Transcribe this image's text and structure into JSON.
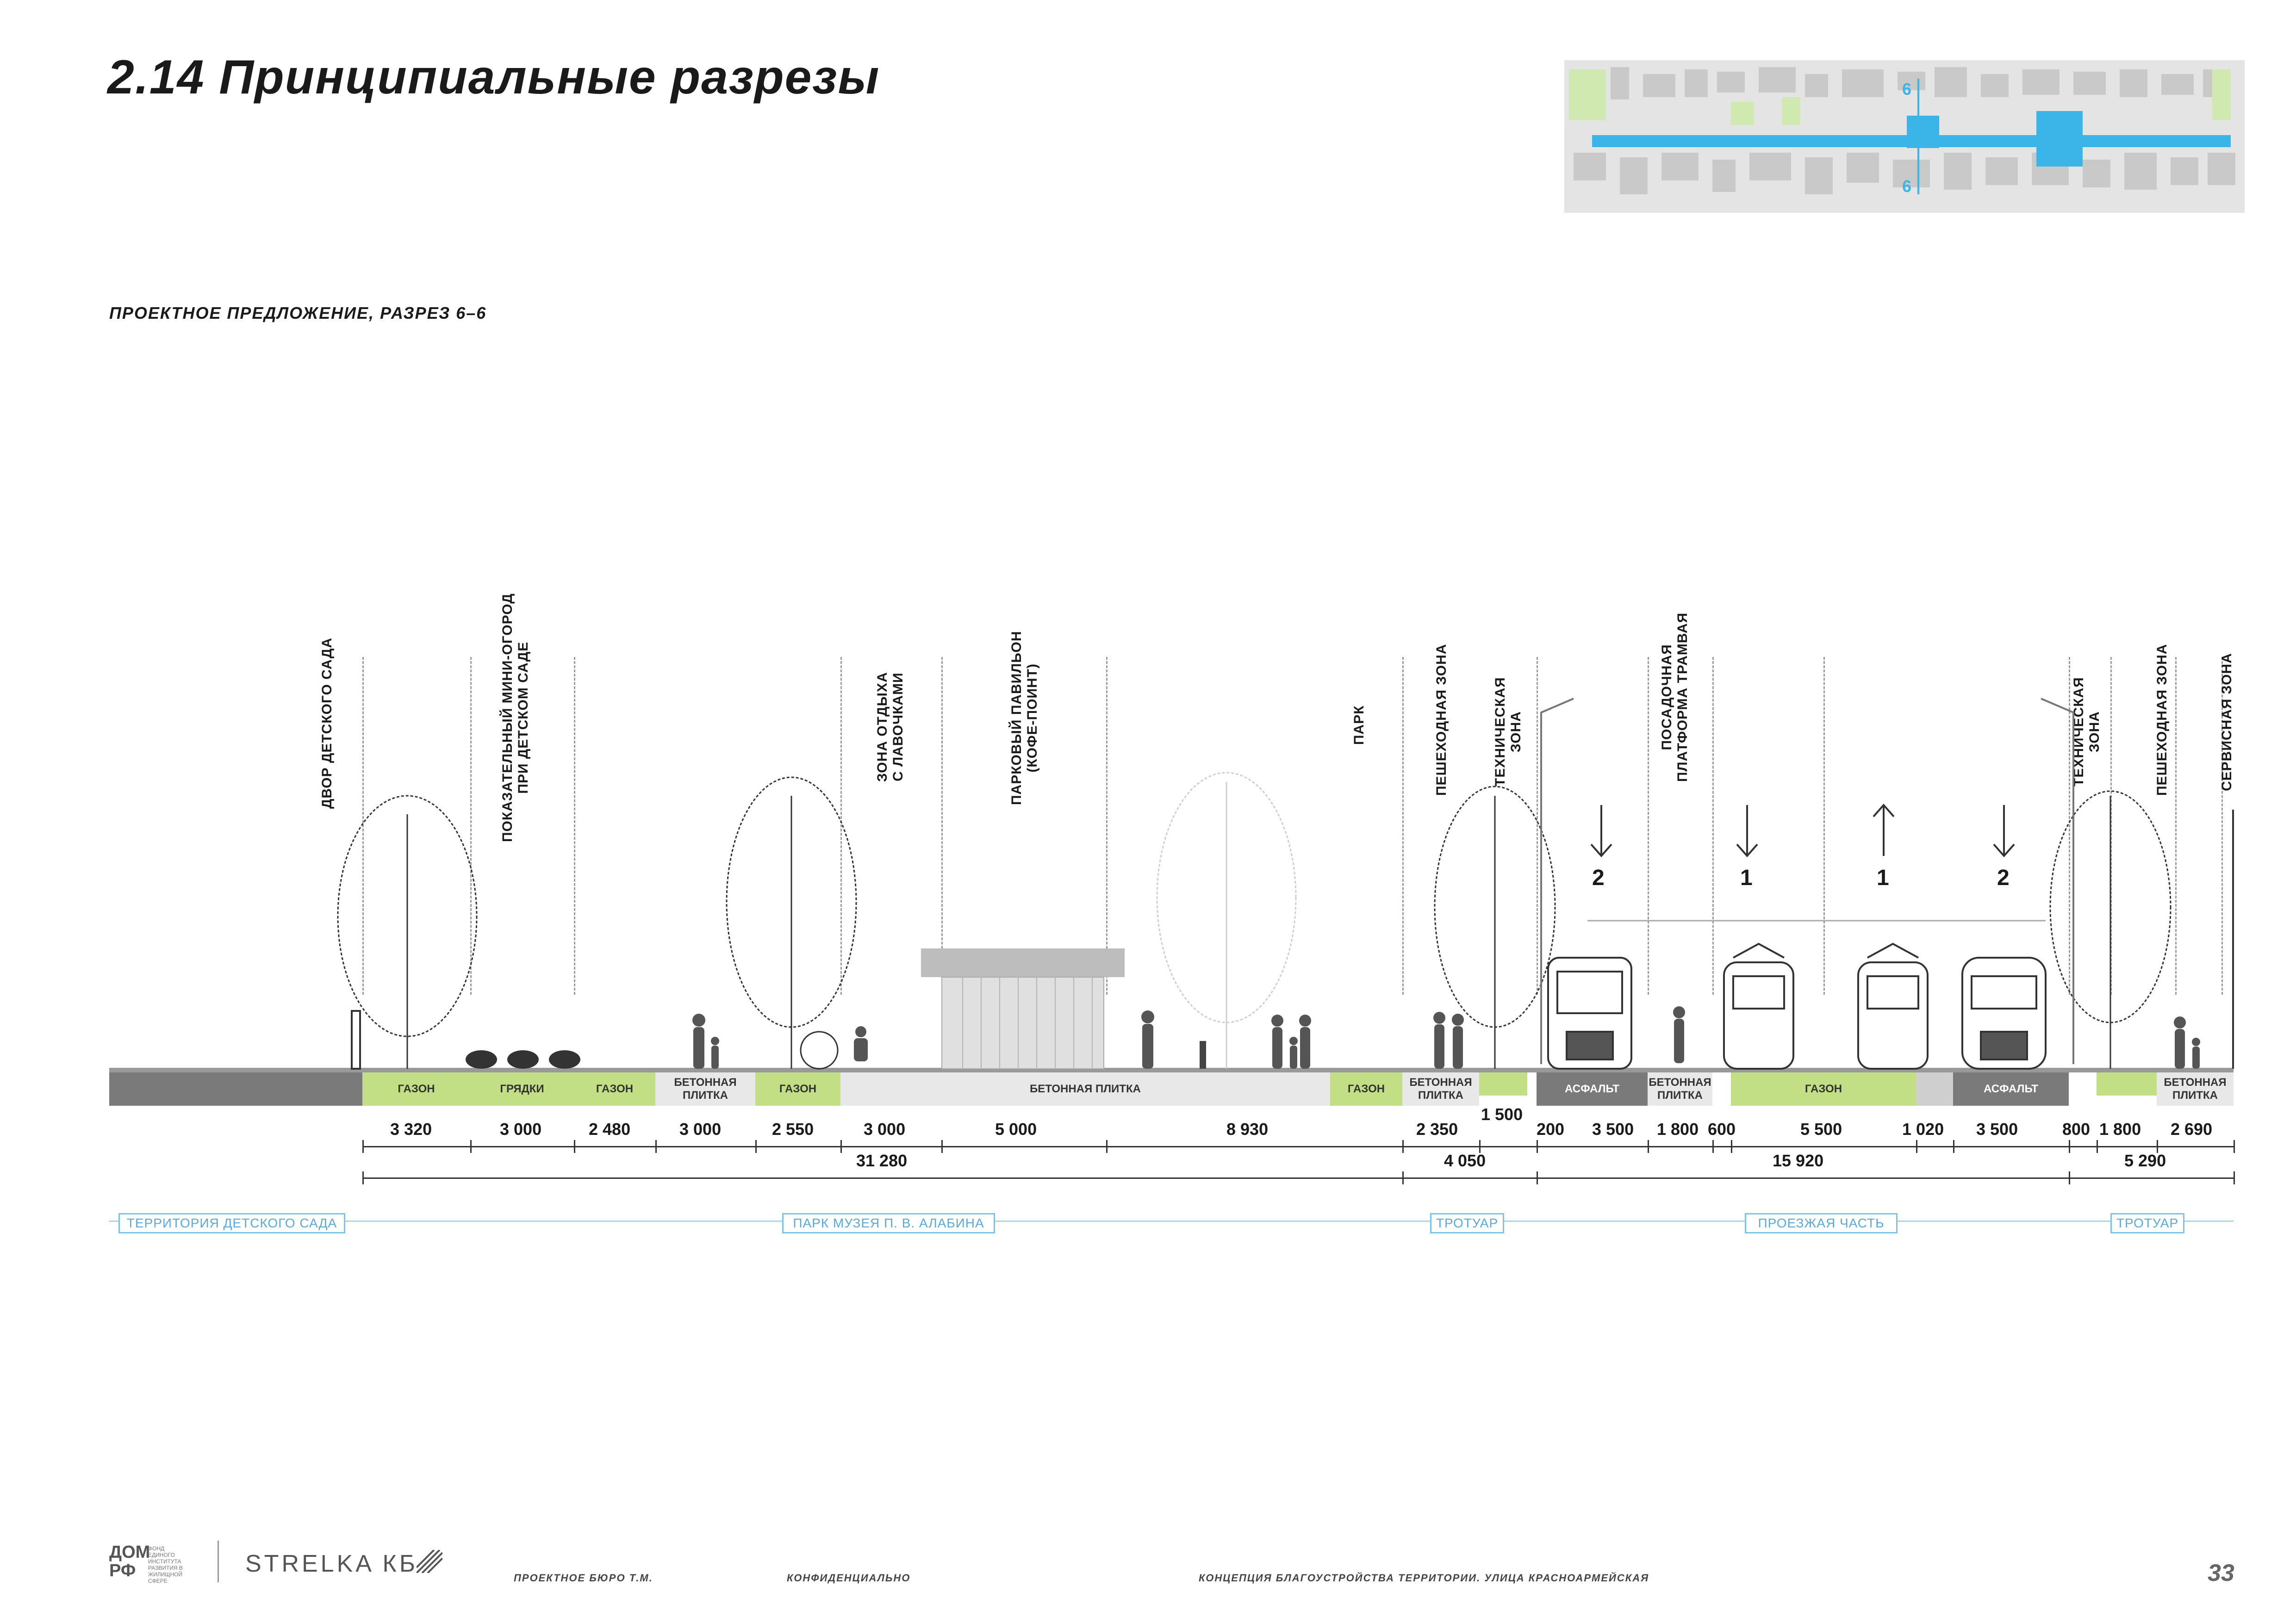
{
  "header": {
    "title": "2.14  Принципиальные разрезы",
    "subtitle": "ПРОЕКТНОЕ ПРЕДЛОЖЕНИЕ, РАЗРЕЗ 6–6"
  },
  "minimap": {
    "marker_top": "6",
    "marker_bottom": "6",
    "accent": "#3bb5e8",
    "green": "#cfe9b0"
  },
  "zones": [
    {
      "l1": "ДВОР ДЕТСКОГО САДА"
    },
    {
      "l1": "ПОКАЗАТЕЛЬНЫЙ МИНИ-ОГОРОД",
      "l2": "ПРИ ДЕТСКОМ САДЕ"
    },
    {
      "l1": "ЗОНА ОТДЫХА",
      "l2": "С ЛАВОЧКАМИ"
    },
    {
      "l1": "ПАРКОВЫЙ ПАВИЛЬОН",
      "l2": "(КОФЕ-ПОИНТ)"
    },
    {
      "l1": "ПАРК"
    },
    {
      "l1": "ПЕШЕХОДНАЯ ЗОНА"
    },
    {
      "l1": "ТЕХНИЧЕСКАЯ",
      "l2": "ЗОНА"
    },
    {
      "l1": "ПОСАДОЧНАЯ",
      "l2": "ПЛАТФОРМА ТРАМВАЯ"
    },
    {
      "l1": "ТЕХНИЧЕСКАЯ",
      "l2": "ЗОНА"
    },
    {
      "l1": "ПЕШЕХОДНАЯ ЗОНА"
    },
    {
      "l1": "СЕРВИСНАЯ ЗОНА"
    }
  ],
  "lanes": [
    "2",
    "1",
    "1",
    "2"
  ],
  "surfaces": {
    "gazon": "ГАЗОН",
    "gryadki": "ГРЯДКИ",
    "plitka_l1": "БЕТОННАЯ",
    "plitka_l2": "ПЛИТКА",
    "plitka_long": "БЕТОННАЯ ПЛИТКА",
    "asfalt": "АСФАЛЬТ"
  },
  "dims_row1": [
    "3 320",
    "3 000",
    "2 480",
    "3 000",
    "2 550",
    "3 000",
    "5 000",
    "8 930",
    "2 350",
    "1 500",
    "200",
    "3 500",
    "1 800",
    "600",
    "5 500",
    "1 020",
    "3 500",
    "800",
    "1 800",
    "2 690"
  ],
  "dims_row2": [
    "31 280",
    "4 050",
    "15 920",
    "5 290"
  ],
  "territories": [
    "ТЕРРИТОРИЯ ДЕТСКОГО САДА",
    "ПАРК МУЗЕЯ П. В. АЛАБИНА",
    "ТРОТУАР",
    "ПРОЕЗЖАЯ ЧАСТЬ",
    "ТРОТУАР"
  ],
  "footer": {
    "logo_dom": "ДОМ",
    "logo_rf": "РФ",
    "logo_small": "ФОНД ЕДИНОГО ИНСТИТУТА РАЗВИТИЯ В ЖИЛИЩНОЙ СФЕРЕ",
    "strelka": "STRELKA КБ",
    "bureau": "ПРОЕКТНОЕ БЮРО Т.М.",
    "conf": "КОНФИДЕНЦИАЛЬНО",
    "concept": "КОНЦЕПЦИЯ БЛАГОУСТРОЙСТВА ТЕРРИТОРИИ. УЛИЦА КРАСНОАРМЕЙСКАЯ",
    "page": "33"
  }
}
